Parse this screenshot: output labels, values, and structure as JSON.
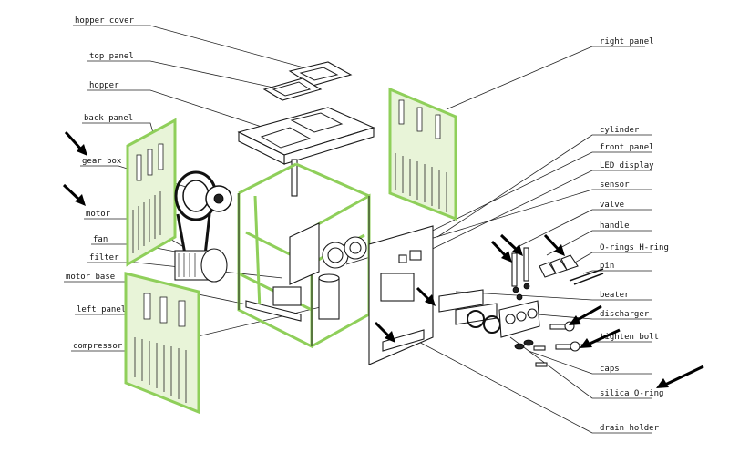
{
  "diagram": {
    "labels": {
      "hopper_cover": "hopper cover",
      "top_panel": "top panel",
      "hopper": "hopper",
      "back_panel": "back panel",
      "gear_box": "gear box",
      "motor": "motor",
      "fan": "fan",
      "filter": "filter",
      "motor_base": "motor base",
      "left_panel": "left panel",
      "compressor": "compressor",
      "right_panel": "right panel",
      "cylinder": "cylinder",
      "front_panel": "front panel",
      "led_display": "LED display",
      "sensor": "sensor",
      "valve": "valve",
      "handle": "handle",
      "o_rings_h_ring": "O-rings H-ring",
      "pin": "pin",
      "beater": "beater",
      "discharger": "discharger",
      "tighten_bolt": "tighten bolt",
      "caps": "caps",
      "silica_o_ring": "silica O-ring",
      "drain_holder": "drain holder"
    },
    "colors": {
      "panel_green": "#8fcf5a",
      "line": "#1a1a1a",
      "arrow": "#000000"
    }
  }
}
